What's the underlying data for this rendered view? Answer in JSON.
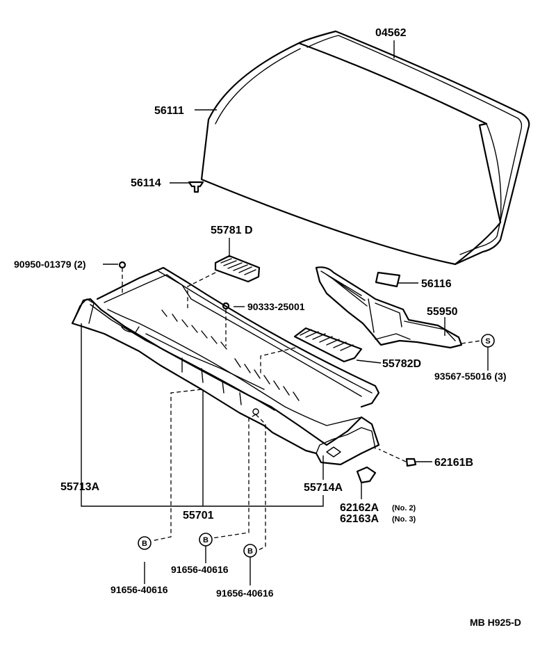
{
  "labels": {
    "p04562": "04562",
    "p56111": "56111",
    "p56114": "56114",
    "p55781D": "55781 D",
    "p90950": "90950-01379 (2)",
    "p90333": "90333-25001",
    "p56116": "56116",
    "p55950": "55950",
    "p93567": "93567-55016 (3)",
    "p55782D": "55782D",
    "p62161B": "62161B",
    "p55713A": "55713A",
    "p55714A": "55714A",
    "p55701": "55701",
    "p62162A": "62162A",
    "p62162A_note": "(No. 2)",
    "p62163A": "62163A",
    "p62163A_note": "(No. 3)",
    "p91656_a": "91656-40616",
    "p91656_b": "91656-40616",
    "p91656_c": "91656-40616"
  },
  "symbols": {
    "s_letter": "S",
    "b_letter_1": "B",
    "b_letter_2": "B",
    "b_letter_3": "B"
  },
  "footer": {
    "code": "MB  H925-D"
  }
}
